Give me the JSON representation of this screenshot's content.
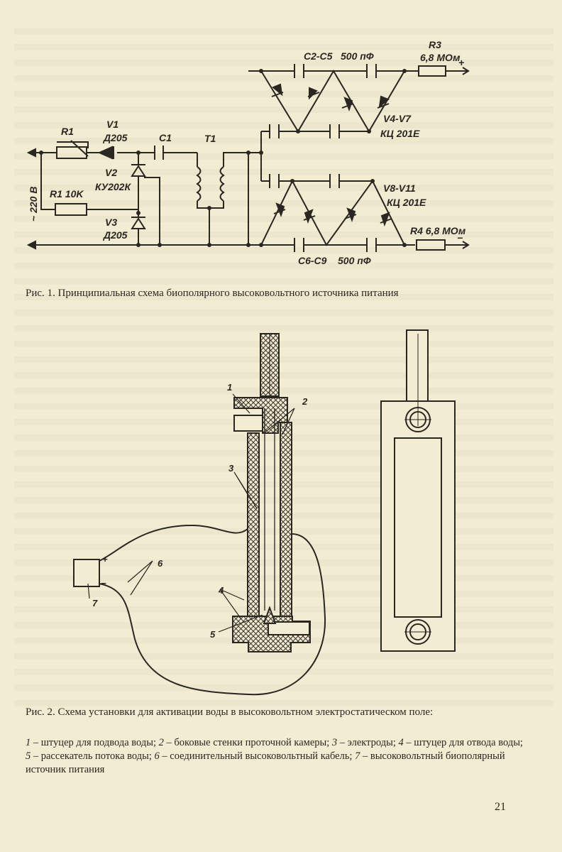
{
  "figure1": {
    "labels": {
      "r1_top": "R1",
      "v1": "V1",
      "v1_type": "Д205",
      "c1": "C1",
      "t1": "T1",
      "v2": "V2",
      "v2_type": "КУ202К",
      "r1_bottom": "R1 10K",
      "v3": "V3",
      "v3_type": "Д205",
      "voltage": "~ 220 В",
      "c2c5": "C2-C5",
      "c2c5_value": "500 пФ",
      "r3": "R3",
      "r3_value": "6,8 МОм",
      "plus": "+",
      "v4v7": "V4-V7",
      "v4v7_type": "КЦ 201Е",
      "v8v11": "V8-V11",
      "v8v11_type": "КЦ 201Е",
      "r4": "R4 6,8 МОм",
      "minus": "−",
      "c6c9": "C6-C9",
      "c6c9_value": "500 пФ"
    },
    "caption": "Рис. 1. Принципиальная схема биополярного высоковольтного источника питания"
  },
  "figure2": {
    "callouts": [
      "1",
      "2",
      "3",
      "4",
      "5",
      "6",
      "7"
    ],
    "plus": "+",
    "minus": "−",
    "caption": "Рис. 2. Схема установки для активации воды в высоковольтном электростатическом поле:",
    "legend": [
      {
        "num": "1",
        "text": " – штуцер для подвода воды; "
      },
      {
        "num": "2",
        "text": " – боковые стенки проточной камеры; "
      },
      {
        "num": "3",
        "text": " – электроды; "
      },
      {
        "num": "4",
        "text": " – штуцер для отвода воды; "
      },
      {
        "num": "5",
        "text": " – рассекатель потока воды; "
      },
      {
        "num": "6",
        "text": " – соединительный высоковольтный кабель; "
      },
      {
        "num": "7",
        "text": " – высоковольтный биополярный источник питания"
      }
    ]
  },
  "page_number": "21"
}
